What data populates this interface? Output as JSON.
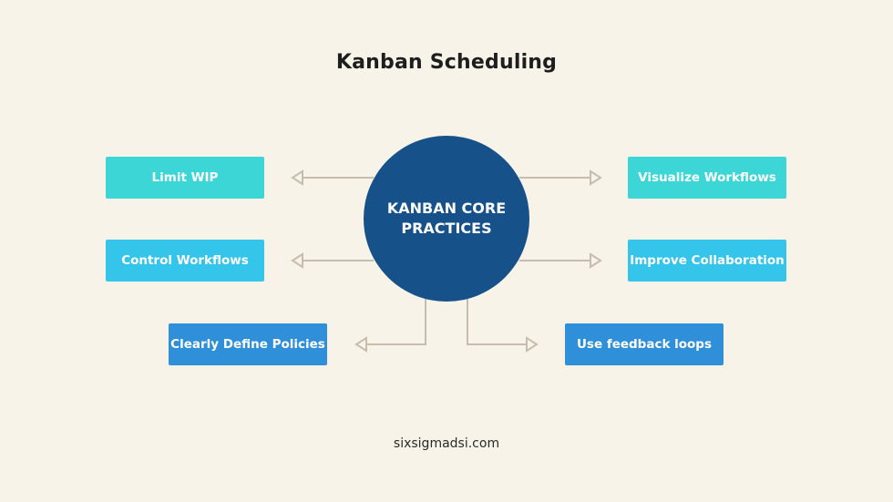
{
  "title": "Kanban Scheduling",
  "center": {
    "line1": "KANBAN CORE",
    "line2": "PRACTICES",
    "color": "#16518a"
  },
  "practices": {
    "left": [
      {
        "label": "Limit WIP",
        "color": "#3dd6d6"
      },
      {
        "label": "Control Workflows",
        "color": "#35c4ea"
      },
      {
        "label": "Clearly Define Policies",
        "color": "#2f8fd8"
      }
    ],
    "right": [
      {
        "label": "Visualize Workflows",
        "color": "#3dd6d6"
      },
      {
        "label": "Improve Collaboration",
        "color": "#35c4ea"
      },
      {
        "label": "Use feedback loops",
        "color": "#2f8fd8"
      }
    ]
  },
  "connector_color": "#c5bdb0",
  "footer": "sixsigmadsi.com"
}
